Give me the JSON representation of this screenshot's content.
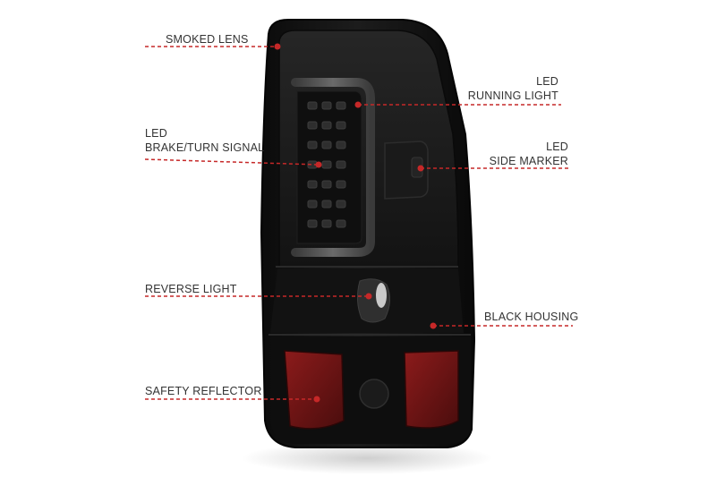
{
  "colors": {
    "callout": "#c62828",
    "lens": "#161616",
    "reflector": "#7a1515"
  },
  "callouts": {
    "smoked_lens": [
      "SMOKED LENS"
    ],
    "led_running_light": [
      "LED",
      "RUNNING LIGHT"
    ],
    "led_brake_turn": [
      "LED",
      "BRAKE/TURN SIGNAL"
    ],
    "led_side_marker": [
      "LED",
      "SIDE MARKER"
    ],
    "reverse_light": [
      "REVERSE LIGHT"
    ],
    "black_housing": [
      "BLACK HOUSING"
    ],
    "safety_reflector": [
      "SAFETY REFLECTOR"
    ]
  }
}
